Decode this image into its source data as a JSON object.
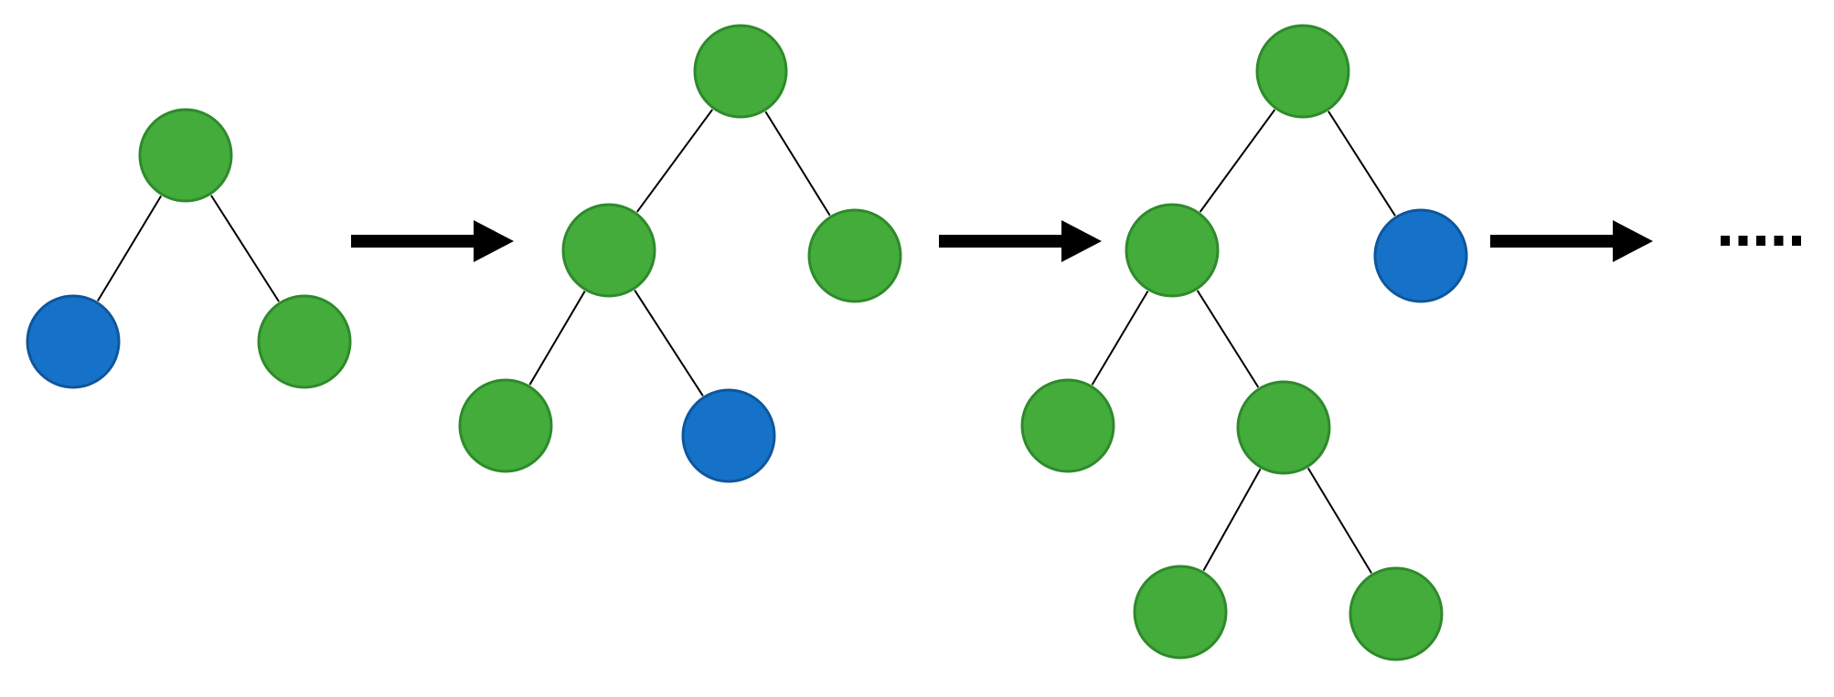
{
  "colors": {
    "background": "#ffffff",
    "node_green": "#43ac3b",
    "node_green_border": "#2e8a2b",
    "node_blue": "#1572c8",
    "node_blue_border": "#0e569c",
    "edge": "#000000",
    "arrow": "#000000"
  },
  "diagram": {
    "type": "tree-growth-sequence",
    "stages": [
      {
        "nodes": [
          "green",
          "blue",
          "green"
        ],
        "edges": [
          [
            0,
            1
          ],
          [
            0,
            2
          ]
        ]
      },
      {
        "nodes": [
          "green",
          "green",
          "green",
          "green",
          "blue"
        ],
        "edges": [
          [
            0,
            1
          ],
          [
            0,
            2
          ],
          [
            1,
            3
          ],
          [
            1,
            4
          ]
        ]
      },
      {
        "nodes": [
          "green",
          "green",
          "blue",
          "green",
          "green",
          "green",
          "green"
        ],
        "edges": [
          [
            0,
            1
          ],
          [
            0,
            2
          ],
          [
            1,
            3
          ],
          [
            1,
            4
          ],
          [
            4,
            5
          ],
          [
            4,
            6
          ]
        ]
      }
    ],
    "trailing_ellipsis": "·····"
  }
}
